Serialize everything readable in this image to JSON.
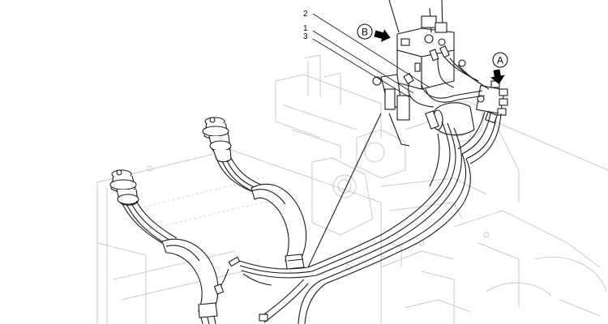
{
  "callouts": {
    "item_2": "2",
    "item_1": "1",
    "item_3": "3"
  },
  "view_markers": {
    "view_b": "B",
    "view_a": "A"
  }
}
